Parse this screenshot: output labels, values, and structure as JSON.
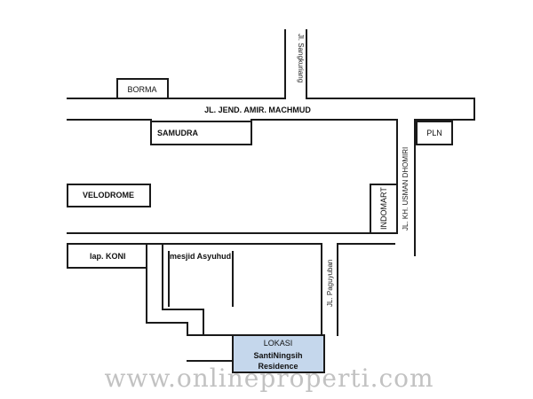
{
  "roads": {
    "main_road": "JL. JEND. AMIR. MACHMUD",
    "sangkuriang": "Jl. Sangkuriang",
    "usman": "JL. KH. USMAN DHOMIRI",
    "paguyuban": "JL. Paguyuban"
  },
  "landmarks": {
    "borma": "BORMA",
    "samudra": "SAMUDRA",
    "pln": "PLN",
    "velodrome": "VELODROME",
    "indomart": "INDOMART",
    "lap_koni": "lap. KONI",
    "mesjid": "mesjid Asyuhud"
  },
  "location": {
    "heading": "LOKASI",
    "name_line1": "SantiNingsih",
    "name_line2": "Residence"
  },
  "watermark": "www.onlineproperti.com",
  "colors": {
    "location_fill": "#c5d7ec",
    "line": "#1a1a1a"
  }
}
